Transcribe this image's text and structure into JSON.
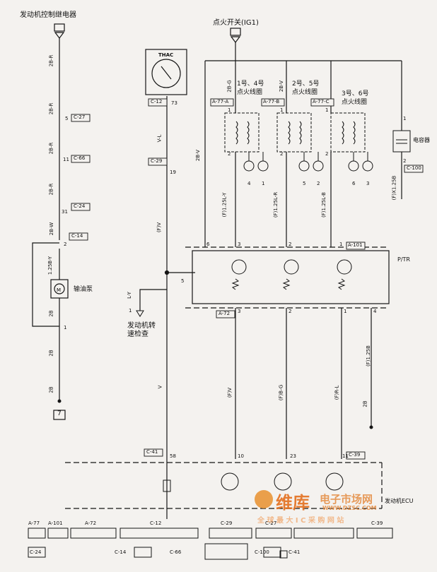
{
  "labels": {
    "engine_relay": "发动机控制继电器",
    "ignition_switch": "点火开关(IG1)",
    "thac": "THAC",
    "coil_14": "1号、4号\n点火线圈",
    "coil_25": "2号、5号\n点火线圈",
    "coil_36": "3号、6号\n点火线圈",
    "capacitor": "电容器",
    "fuel_pump": "输油泵",
    "ptr": "P/TR",
    "tach_check": "发动机转\n速检查",
    "ecu": "发动机ECU",
    "ground_ref": "7"
  },
  "connectors": {
    "c27": "C-27",
    "c66": "C-66",
    "c24": "C-24",
    "c14": "C-14",
    "c12": "C-12",
    "c29": "C-29",
    "a77a": "A-77-A",
    "a77b": "A-77-B",
    "a77c": "A-77-C",
    "c100": "C-100",
    "a101": "A-101",
    "a72": "A-72",
    "c41": "C-41",
    "c39": "C-39",
    "bottom_row1": [
      "A-77",
      "A-101",
      "A-72",
      "C-12",
      "C-29",
      "C-27",
      "C-39"
    ],
    "bottom_row2": [
      "C-24",
      "C-14",
      "C-66",
      "C-100",
      "C-41"
    ]
  },
  "wires": {
    "w_2br_a": "2B-R",
    "w_2br_b": "2B-R",
    "w_2br_c": "2B-R",
    "w_2br_d": "2B-R",
    "w_2bw": "2B-W",
    "w_125by": "1.25B-Y",
    "w_2b_a": "2B",
    "w_2b_b": "2B",
    "w_2b_c": "2B",
    "w_vl": "V-L",
    "w_fv_a": "(F)V",
    "w_v": "V",
    "w_2bg": "2B-G",
    "w_2bv_a": "2B-V",
    "w_2bv_b": "2B-V",
    "w_125y": "(F)1.25L-Y",
    "w_125r": "(F)1.25L-R",
    "w_125b": "(F)1.25L-B",
    "w_x125b": "(F)X1.25B",
    "w_fv_b": "(F)V",
    "w_fbg": "(F)B-G",
    "w_frl": "(F)R-L",
    "w_f125b": "(F)1.25B",
    "w_ly": "L-Y",
    "w_2b_d": "2B"
  },
  "pins": {
    "p5": "5",
    "p11": "11",
    "p31": "31",
    "p2": "2",
    "p1a": "1",
    "p73": "73",
    "p19": "19",
    "p6": "6",
    "p3": "3",
    "p2b": "2",
    "p1b": "1",
    "p5b": "5",
    "p3b": "3",
    "p2c": "2",
    "p1c": "1",
    "p4": "4",
    "p58": "58",
    "p10": "10",
    "p23": "23",
    "p11b": "11",
    "p1_tach": "1",
    "p1_cap": "1",
    "p2_cap": "2",
    "coil_pin1a": "1",
    "coil_pin2a": "2",
    "coil_pin1b": "1",
    "coil_pin2b": "2",
    "coil_pin1c": "1",
    "coil_pin2c": "2",
    "plug_4": "4",
    "plug_1": "1",
    "plug_5": "5",
    "plug_2": "2",
    "plug_6": "6",
    "plug_3": "3"
  },
  "watermark": {
    "brand": "维库",
    "site_cn": "电子市场网",
    "url": "WWW.DZSC.COM",
    "slogan": "全 球 最 大 I C 采 购 网 站"
  }
}
